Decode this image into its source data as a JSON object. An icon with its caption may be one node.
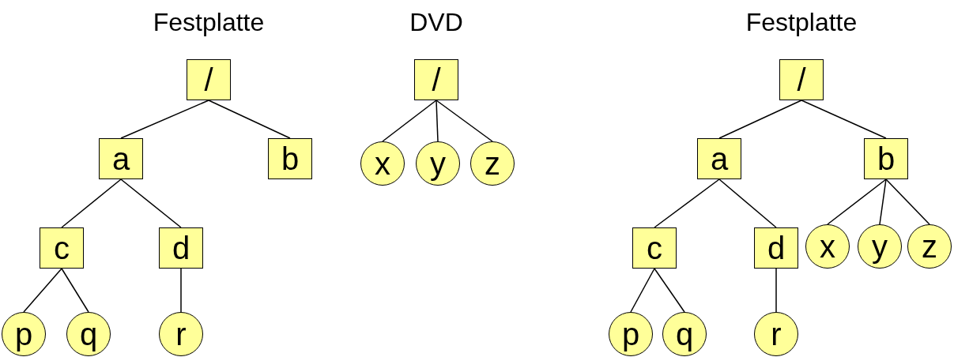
{
  "diagram": {
    "nodes": [
      {
        "text": [
          "/"
        ]
      },
      {
        "text": [
          "a"
        ]
      },
      {
        "text": [
          "b"
        ]
      },
      {
        "text": [
          "c"
        ]
      },
      {
        "text": [
          "d"
        ]
      },
      {
        "text": [
          "p"
        ]
      },
      {
        "text": [
          "q"
        ]
      },
      {
        "text": [
          "r"
        ]
      },
      {
        "text": [
          "/"
        ]
      },
      {
        "text": [
          "x"
        ]
      },
      {
        "text": [
          "y"
        ]
      },
      {
        "text": [
          "z"
        ]
      },
      {
        "text": [
          "/"
        ]
      },
      {
        "text": [
          "a"
        ]
      },
      {
        "text": [
          "b"
        ]
      },
      {
        "text": [
          "c"
        ]
      },
      {
        "text": [
          "d"
        ]
      },
      {
        "text": [
          "x"
        ]
      },
      {
        "text": [
          "y"
        ]
      },
      {
        "text": [
          "z"
        ]
      },
      {
        "text": [
          "p"
        ]
      },
      {
        "text": [
          "q"
        ]
      },
      {
        "text": [
          "r"
        ]
      }
    ],
    "edges": [
      {
        "from": 0,
        "to": 1,
        "arrow": "none"
      },
      {
        "from": 0,
        "to": 2,
        "arrow": "none"
      },
      {
        "from": 1,
        "to": 3,
        "arrow": "none"
      },
      {
        "from": 1,
        "to": 4,
        "arrow": "none"
      },
      {
        "from": 3,
        "to": 5,
        "arrow": "none"
      },
      {
        "from": 3,
        "to": 6,
        "arrow": "none"
      },
      {
        "from": 4,
        "to": 7,
        "arrow": "none"
      },
      {
        "from": 8,
        "to": 9,
        "arrow": "none"
      },
      {
        "from": 8,
        "to": 10,
        "arrow": "none"
      },
      {
        "from": 8,
        "to": 11,
        "arrow": "none"
      },
      {
        "from": 12,
        "to": 13,
        "arrow": "none"
      },
      {
        "from": 12,
        "to": 14,
        "arrow": "none"
      },
      {
        "from": 13,
        "to": 15,
        "arrow": "none"
      },
      {
        "from": 13,
        "to": 16,
        "arrow": "none"
      },
      {
        "from": 14,
        "to": 17,
        "arrow": "none"
      },
      {
        "from": 14,
        "to": 18,
        "arrow": "none"
      },
      {
        "from": 14,
        "to": 19,
        "arrow": "none"
      },
      {
        "from": 15,
        "to": 20,
        "arrow": "none"
      },
      {
        "from": 15,
        "to": 21,
        "arrow": "none"
      },
      {
        "from": 16,
        "to": 22,
        "arrow": "none"
      }
    ],
    "labels": [
      "Festplatte",
      "DVD",
      "Festplatte"
    ]
  }
}
